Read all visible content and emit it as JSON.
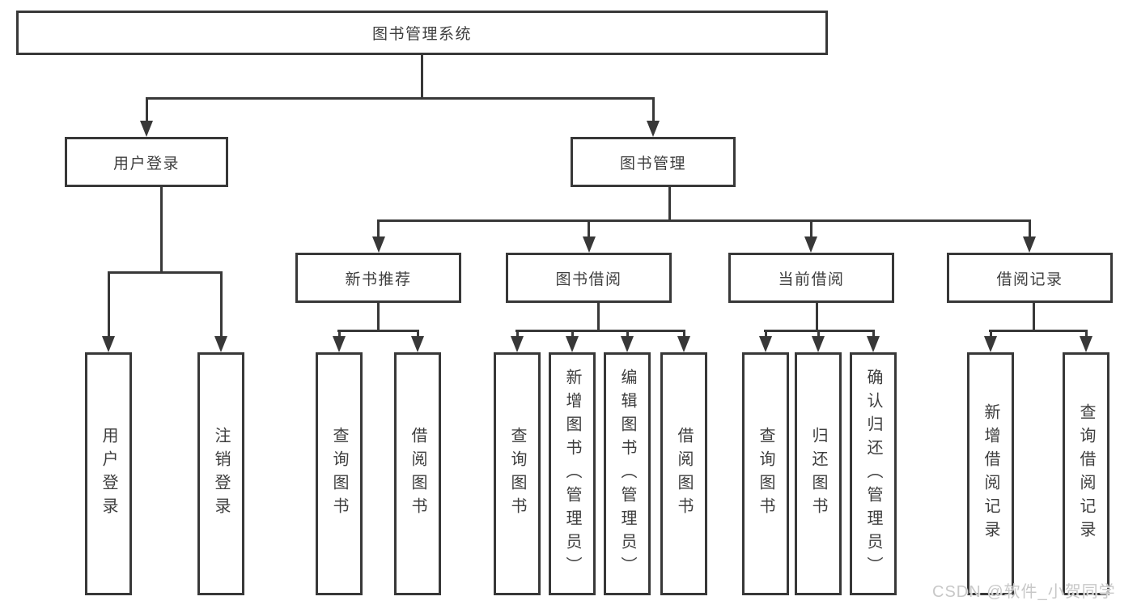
{
  "colors": {
    "line": "#383838",
    "text": "#3e3e3e",
    "background": "#ffffff",
    "watermark": "#c8c8c8"
  },
  "watermark": {
    "text": "CSDN @软件_小贺同学"
  },
  "tree": {
    "label": "图书管理系统",
    "children": [
      {
        "label": "用户登录",
        "children": [
          {
            "label": "用户登录"
          },
          {
            "label": "注销登录"
          }
        ]
      },
      {
        "label": "图书管理",
        "children": [
          {
            "label": "新书推荐",
            "children": [
              {
                "label": "查询图书"
              },
              {
                "label": "借阅图书"
              }
            ]
          },
          {
            "label": "图书借阅",
            "children": [
              {
                "label": "查询图书"
              },
              {
                "label": "新增图书（管理员）"
              },
              {
                "label": "编辑图书（管理员）"
              },
              {
                "label": "借阅图书"
              }
            ]
          },
          {
            "label": "当前借阅",
            "children": [
              {
                "label": "查询图书"
              },
              {
                "label": "归还图书"
              },
              {
                "label": "确认归还（管理员）"
              }
            ]
          },
          {
            "label": "借阅记录",
            "children": [
              {
                "label": "新增借阅记录"
              },
              {
                "label": "查询借阅记录"
              }
            ]
          }
        ]
      }
    ]
  }
}
